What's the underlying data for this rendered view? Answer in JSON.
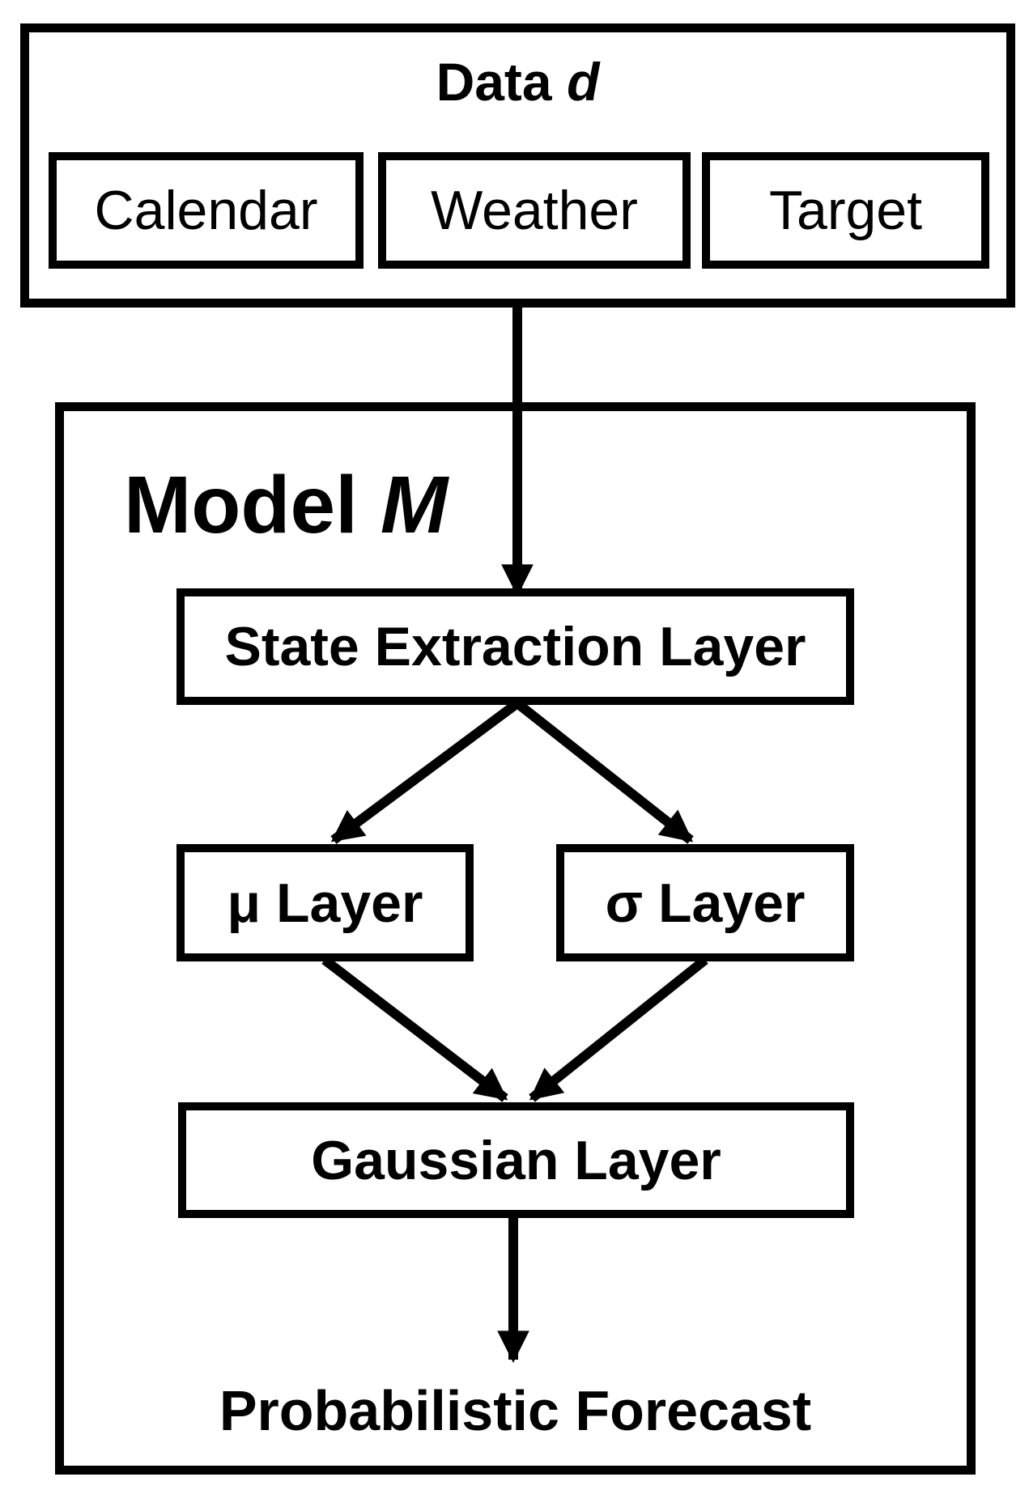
{
  "data_box": {
    "title_text": "Data",
    "title_var": "d",
    "items": [
      "Calendar",
      "Weather",
      "Target"
    ]
  },
  "model_box": {
    "title_text": "Model",
    "title_var": "M",
    "layers": {
      "state_extraction": "State Extraction Layer",
      "mu": "μ Layer",
      "sigma": "σ Layer",
      "gaussian": "Gaussian Layer"
    },
    "output_label": "Probabilistic Forecast"
  },
  "colors": {
    "ink": "#000000",
    "background": "#ffffff"
  }
}
